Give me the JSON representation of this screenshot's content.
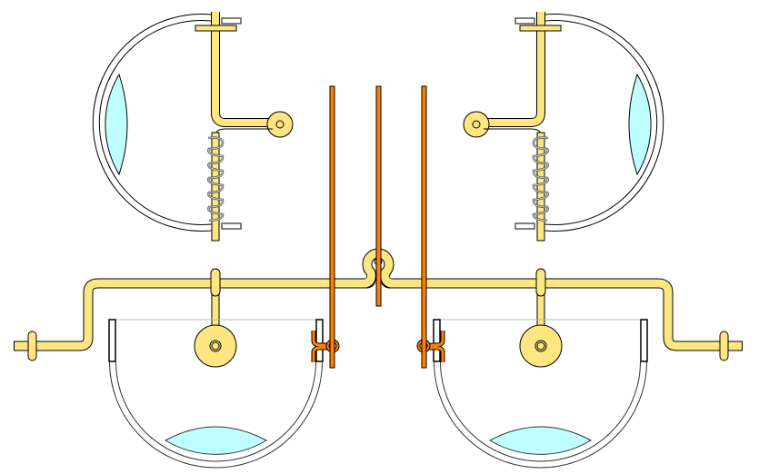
{
  "diagram": {
    "colors": {
      "brass": "#ffe680",
      "outline": "#000000",
      "copper_rod": "#ff8000",
      "liquid": "#c0ffff",
      "tube": "#ffffff",
      "bracket": "#555555",
      "rim_line": "#bbbbbb"
    },
    "parts": [
      "upper-vessel-left",
      "upper-vessel-right",
      "lower-bowl-left",
      "lower-bowl-right",
      "crossbeam",
      "center-loop",
      "rod-left",
      "rod-center",
      "rod-right",
      "spring-left",
      "spring-right"
    ]
  }
}
